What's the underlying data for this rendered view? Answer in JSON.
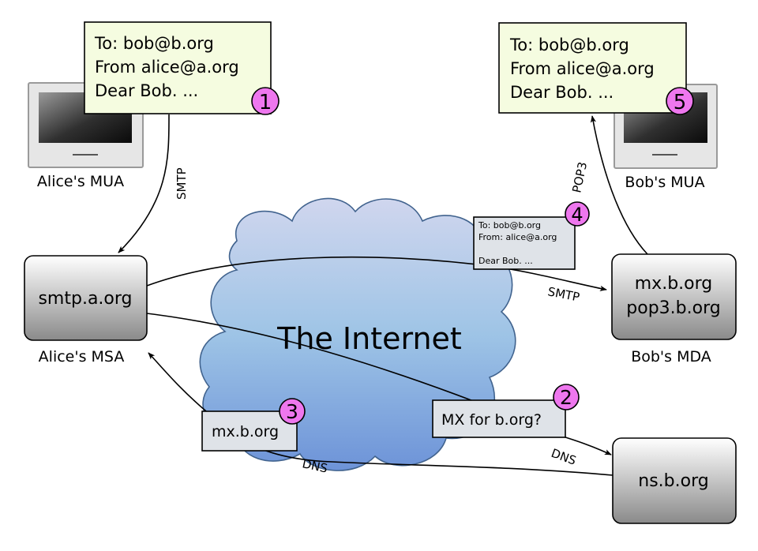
{
  "cloud": {
    "label": "The Internet"
  },
  "alice_mua": {
    "caption": "Alice's MUA"
  },
  "bob_mua": {
    "caption": "Bob's MUA"
  },
  "msa": {
    "label": "smtp.a.org",
    "caption": "Alice's MSA"
  },
  "mda": {
    "lines": [
      "mx.b.org",
      "pop3.b.org"
    ],
    "caption": "Bob's MDA"
  },
  "ns": {
    "label": "ns.b.org"
  },
  "note1": {
    "lines": [
      "To: bob@b.org",
      "From alice@a.org",
      "Dear Bob. ..."
    ],
    "step": "1"
  },
  "note5": {
    "lines": [
      "To: bob@b.org",
      "From alice@a.org",
      "Dear Bob. ..."
    ],
    "step": "5"
  },
  "note4": {
    "lines": [
      "To: bob@b.org",
      "From: alice@a.org",
      "",
      "Dear Bob. ..."
    ],
    "step": "4"
  },
  "note2": {
    "text": "MX for b.org?",
    "step": "2"
  },
  "note3": {
    "text": "mx.b.org",
    "step": "3"
  },
  "protocols": {
    "smtp_vertical": "SMTP",
    "smtp": "SMTP",
    "pop3": "POP3",
    "dns_left": "DNS",
    "dns_right": "DNS"
  },
  "colors": {
    "step_badge": "#ee77ee",
    "note_fill": "#f5fce0",
    "small_note_fill": "#dfe3e8",
    "cloud_top": "#c9d3ec",
    "cloud_bottom": "#6f9bd8"
  }
}
